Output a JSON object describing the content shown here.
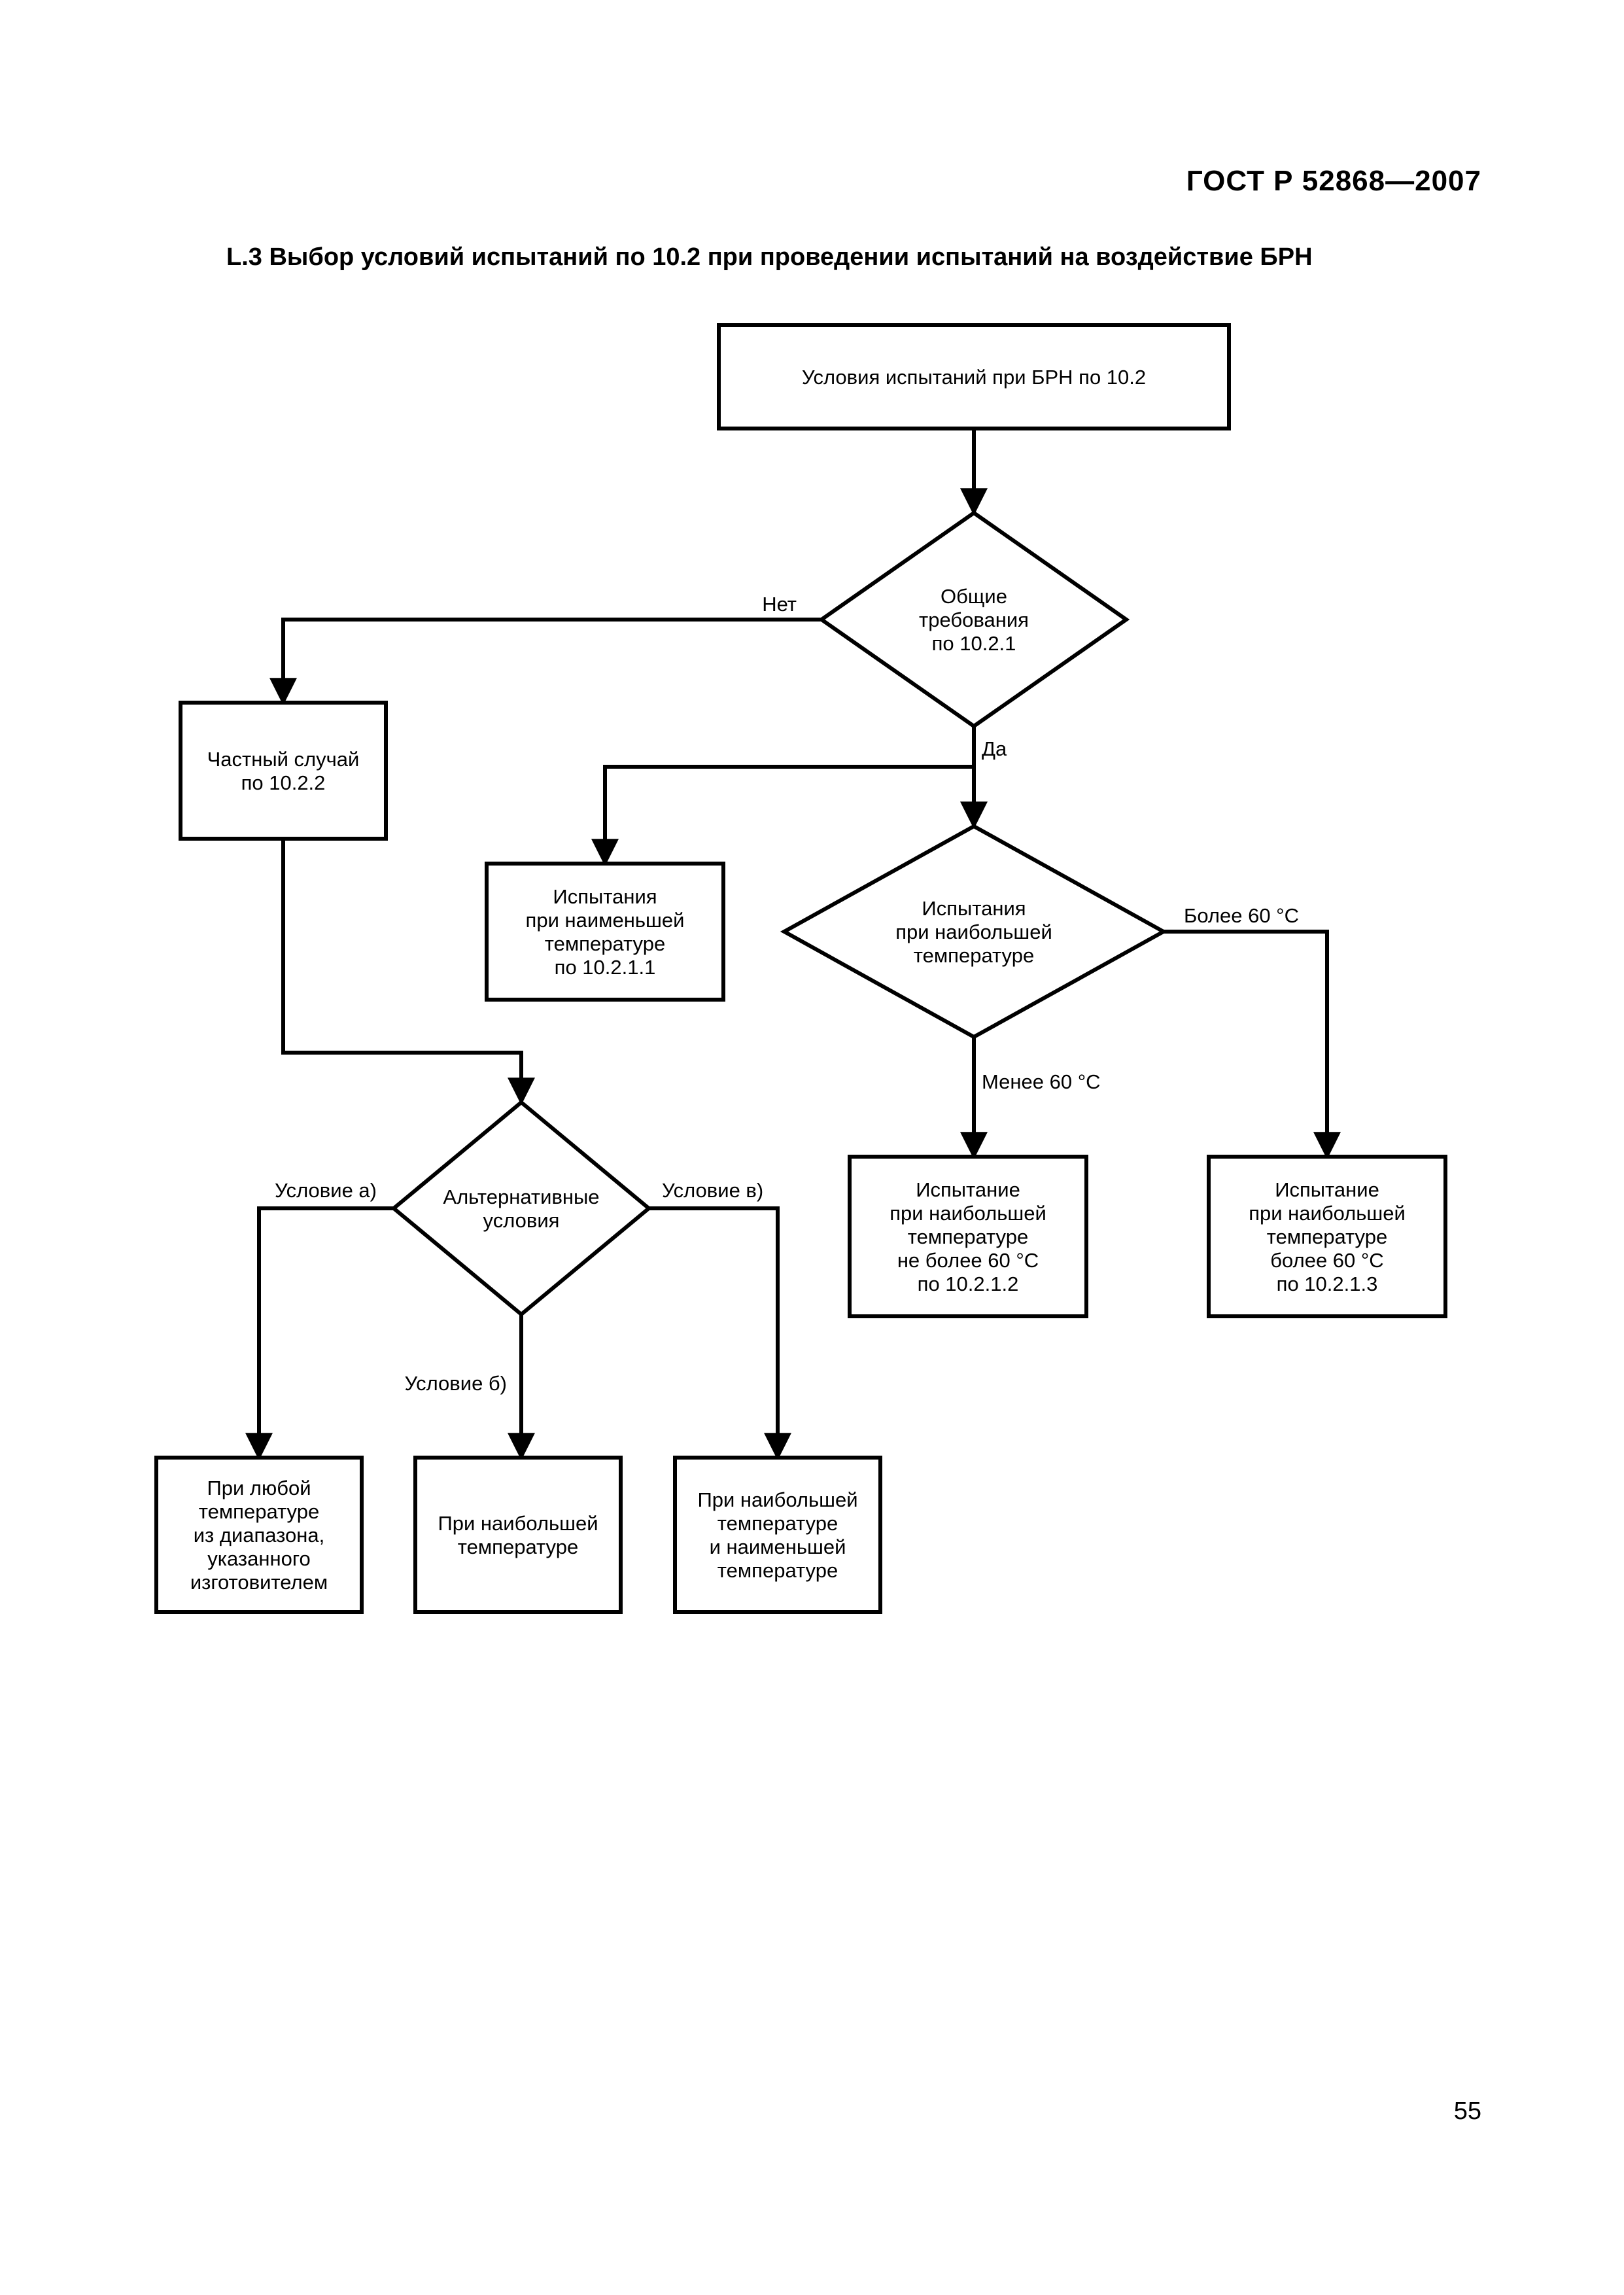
{
  "header": {
    "doc_code": "ГОСТ Р 52868—2007",
    "section_title": "L.3 Выбор условий испытаний по 10.2 при проведении испытаний на воздействие БРН",
    "page_number": "55"
  },
  "nodes": [
    {
      "id": "start",
      "shape": "rect",
      "lines": [
        "Условия испытаний при БРН по 10.2"
      ]
    },
    {
      "id": "general",
      "shape": "diamond",
      "lines": [
        "Общие",
        "требования",
        "по 10.2.1"
      ]
    },
    {
      "id": "special",
      "shape": "rect",
      "lines": [
        "Частный случай",
        "по 10.2.2"
      ]
    },
    {
      "id": "min-temp",
      "shape": "rect",
      "lines": [
        "Испытания",
        "при наименьшей",
        "температуре",
        "по 10.2.1.1"
      ]
    },
    {
      "id": "max-temp-decision",
      "shape": "diamond",
      "lines": [
        "Испытания",
        "при наибольшей",
        "температуре"
      ]
    },
    {
      "id": "max-le60",
      "shape": "rect",
      "lines": [
        "Испытание",
        "при наибольшей",
        "температуре",
        "не более 60 °С",
        "по 10.2.1.2"
      ]
    },
    {
      "id": "max-gt60",
      "shape": "rect",
      "lines": [
        "Испытание",
        "при наибольшей",
        "температуре",
        "более 60 °С",
        "по 10.2.1.3"
      ]
    },
    {
      "id": "alt",
      "shape": "diamond",
      "lines": [
        "Альтернативные",
        "условия"
      ]
    },
    {
      "id": "any-temp",
      "shape": "rect",
      "lines": [
        "При любой",
        "температуре",
        "из диапазона,",
        "указанного",
        "изготовителем"
      ]
    },
    {
      "id": "max-only",
      "shape": "rect",
      "lines": [
        "При наибольшей",
        "температуре"
      ]
    },
    {
      "id": "max-and-min",
      "shape": "rect",
      "lines": [
        "При наибольшей",
        "температуре",
        "и наименьшей",
        "температуре"
      ]
    }
  ],
  "edges": [
    {
      "from": "start",
      "to": "general",
      "label": ""
    },
    {
      "from": "general",
      "to": "special",
      "label": "Нет"
    },
    {
      "from": "general",
      "to": "min-temp",
      "label": "Да"
    },
    {
      "from": "general",
      "to": "max-temp-decision",
      "label": ""
    },
    {
      "from": "max-temp-decision",
      "to": "max-le60",
      "label": "Менее 60 °С"
    },
    {
      "from": "max-temp-decision",
      "to": "max-gt60",
      "label": "Более 60 °С"
    },
    {
      "from": "special",
      "to": "alt",
      "label": ""
    },
    {
      "from": "alt",
      "to": "any-temp",
      "label": "Условие а)"
    },
    {
      "from": "alt",
      "to": "max-only",
      "label": "Условие б)"
    },
    {
      "from": "alt",
      "to": "max-and-min",
      "label": "Условие в)"
    }
  ]
}
